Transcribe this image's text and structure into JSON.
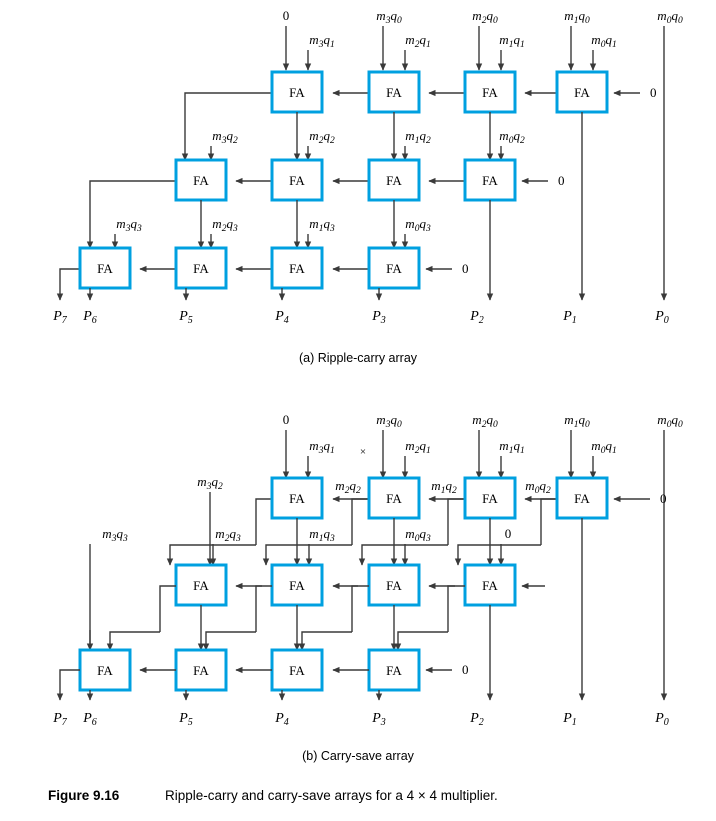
{
  "figure": {
    "number": "Figure 9.16",
    "caption": "Ripple-carry and carry-save arrays for a 4 × 4 multiplier.",
    "subcaption_a": "(a) Ripple-carry array",
    "subcaption_b": "(b) Carry-save array"
  },
  "colors": {
    "box_border": "#00A0E0",
    "box_fill": "#FFFFFF",
    "wire": "#3A3A3A",
    "text": "#000000",
    "background": "#FFFFFF"
  },
  "cell_label": "FA",
  "constant_zero": "0",
  "artifact_mark": "×",
  "outputs": [
    {
      "name": "P",
      "sub": "7"
    },
    {
      "name": "P",
      "sub": "6"
    },
    {
      "name": "P",
      "sub": "5"
    },
    {
      "name": "P",
      "sub": "4"
    },
    {
      "name": "P",
      "sub": "3"
    },
    {
      "name": "P",
      "sub": "2"
    },
    {
      "name": "P",
      "sub": "1"
    },
    {
      "name": "P",
      "sub": "0"
    }
  ],
  "partial_products": {
    "row0": [
      {
        "m": "m",
        "msub": "3",
        "q": "q",
        "qsub": "0"
      },
      {
        "m": "m",
        "msub": "2",
        "q": "q",
        "qsub": "0"
      },
      {
        "m": "m",
        "msub": "1",
        "q": "q",
        "qsub": "0"
      },
      {
        "m": "m",
        "msub": "0",
        "q": "q",
        "qsub": "0"
      }
    ],
    "row1": [
      {
        "m": "m",
        "msub": "3",
        "q": "q",
        "qsub": "1"
      },
      {
        "m": "m",
        "msub": "2",
        "q": "q",
        "qsub": "1"
      },
      {
        "m": "m",
        "msub": "1",
        "q": "q",
        "qsub": "1"
      },
      {
        "m": "m",
        "msub": "0",
        "q": "q",
        "qsub": "1"
      }
    ],
    "row2": [
      {
        "m": "m",
        "msub": "3",
        "q": "q",
        "qsub": "2"
      },
      {
        "m": "m",
        "msub": "2",
        "q": "q",
        "qsub": "2"
      },
      {
        "m": "m",
        "msub": "1",
        "q": "q",
        "qsub": "2"
      },
      {
        "m": "m",
        "msub": "0",
        "q": "q",
        "qsub": "2"
      }
    ],
    "row3": [
      {
        "m": "m",
        "msub": "3",
        "q": "q",
        "qsub": "3"
      },
      {
        "m": "m",
        "msub": "2",
        "q": "q",
        "qsub": "3"
      },
      {
        "m": "m",
        "msub": "1",
        "q": "q",
        "qsub": "3"
      },
      {
        "m": "m",
        "msub": "0",
        "q": "q",
        "qsub": "3"
      }
    ]
  },
  "diagram_a": {
    "name": "ripple-carry-array",
    "rows": 3,
    "cells_per_row": 4,
    "fa_labels": [
      "FA",
      "FA",
      "FA",
      "FA",
      "FA",
      "FA",
      "FA",
      "FA",
      "FA",
      "FA",
      "FA",
      "FA"
    ],
    "zero_inputs": 4
  },
  "diagram_b": {
    "name": "carry-save-array",
    "rows": 3,
    "cells_per_row": 4,
    "fa_labels": [
      "FA",
      "FA",
      "FA",
      "FA",
      "FA",
      "FA",
      "FA",
      "FA",
      "FA",
      "FA",
      "FA",
      "FA"
    ],
    "zero_inputs": 4
  }
}
